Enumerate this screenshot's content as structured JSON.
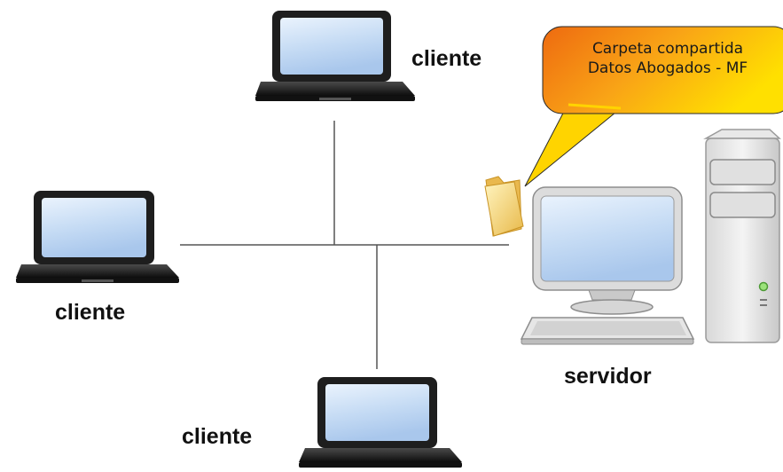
{
  "nodes": {
    "client_top": "cliente",
    "client_left": "cliente",
    "client_bottom": "cliente",
    "server": "servidor"
  },
  "callout": {
    "line1": "Carpeta compartida",
    "line2": "Datos Abogados - MF"
  },
  "colors": {
    "callout_orange": "#f07a10",
    "callout_yellow": "#ffd200",
    "line": "#555555",
    "screen_blue": "#c7ddf5"
  },
  "icons": [
    "laptop-icon",
    "desktop-computer-icon",
    "tower-case-icon",
    "keyboard-icon",
    "folder-icon"
  ]
}
